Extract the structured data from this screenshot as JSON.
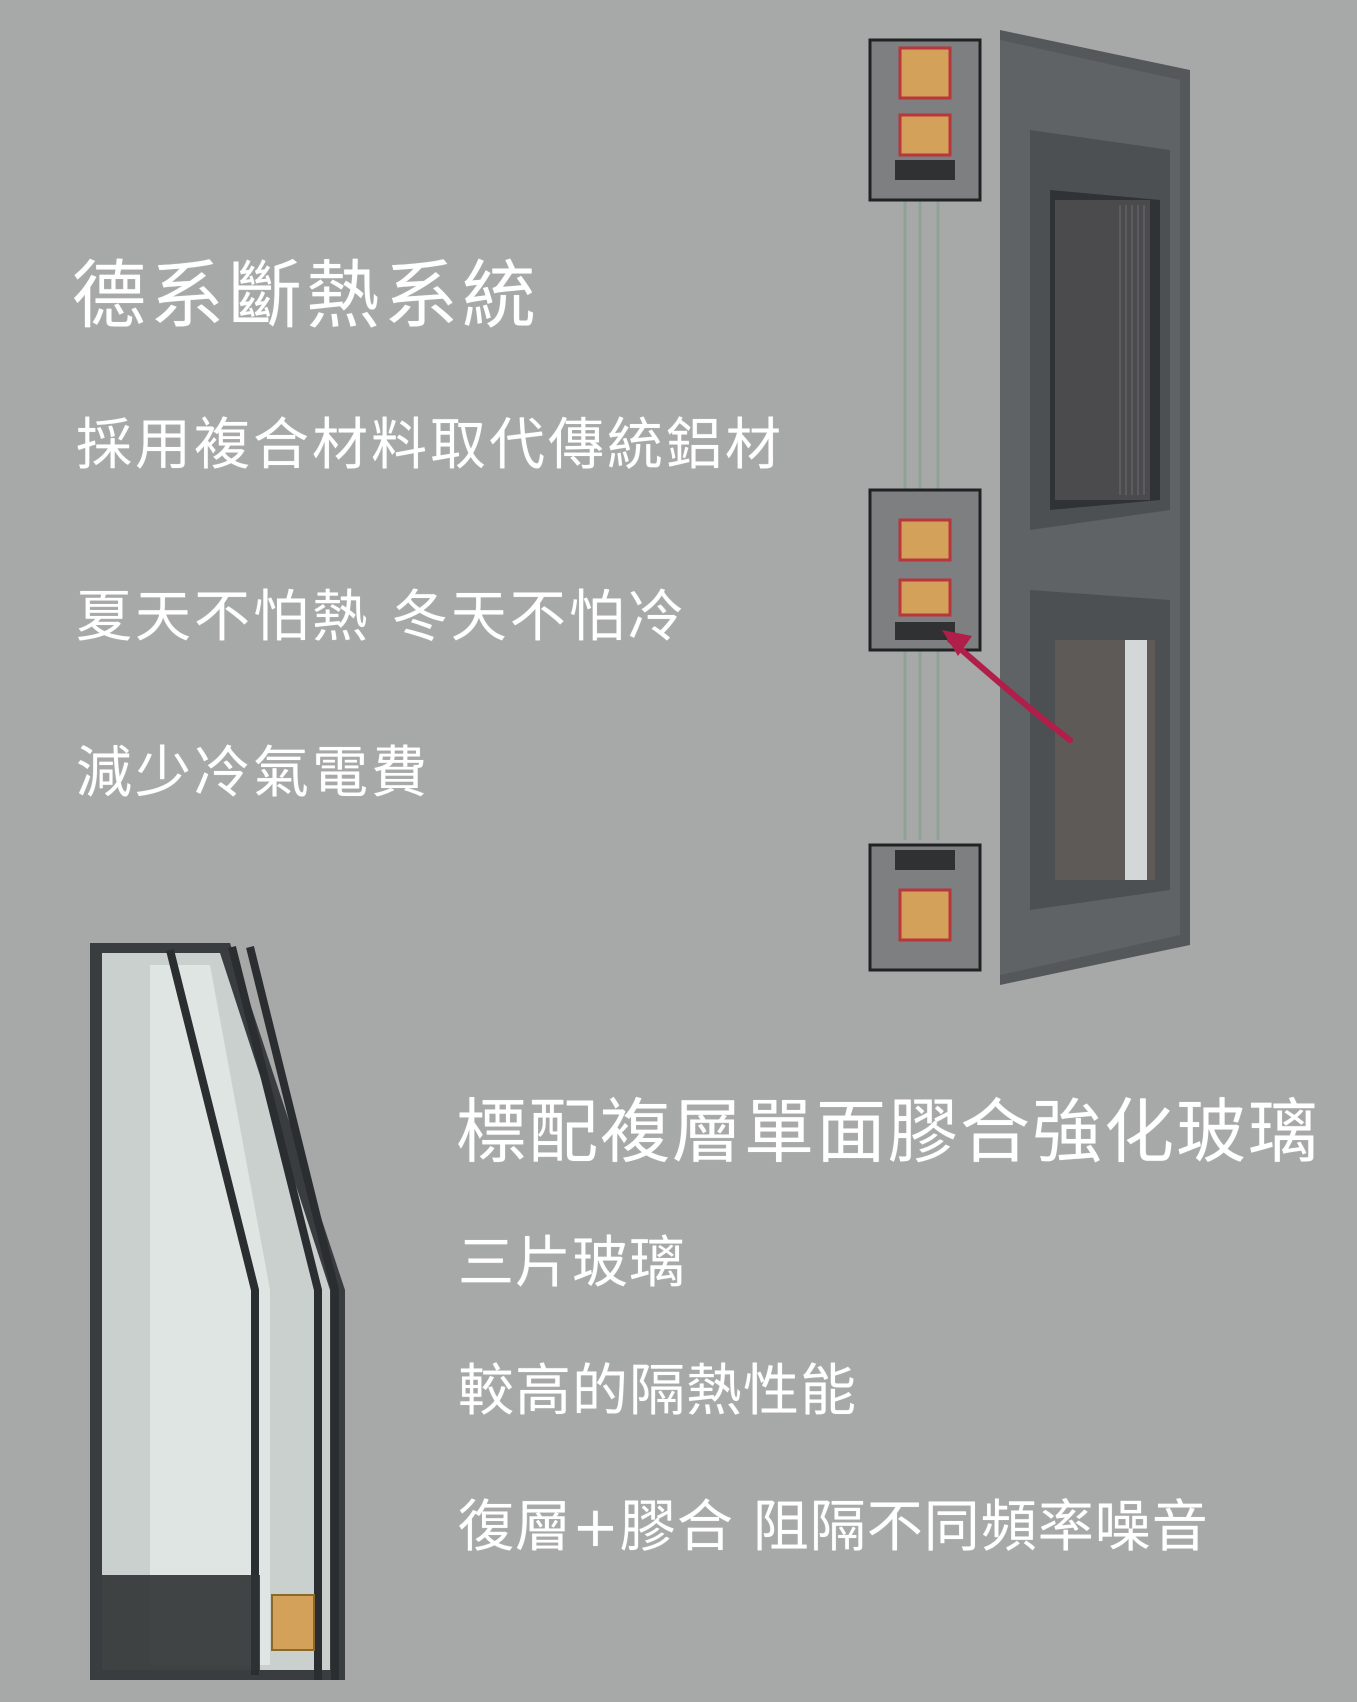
{
  "colors": {
    "background": "#a7a8a8",
    "text": "#ffffff",
    "frame": "#4a4c4e",
    "frame_dark": "#2f3133",
    "insulation": "#d3a15a",
    "thermal_break": "#b9373c",
    "arrow": "#b01e4a",
    "glass": "#dfe5e2"
  },
  "section_1": {
    "title": "德系斷熱系統",
    "lines": [
      "採用複合材料取代傳統鋁材",
      "夏天不怕熱 冬天不怕冷",
      "減少冷氣電費"
    ]
  },
  "section_2": {
    "title": "標配複層單面膠合強化玻璃",
    "lines": [
      "三片玻璃",
      "較高的隔熱性能",
      "復層+膠合 阻隔不同頻率噪音"
    ]
  },
  "illustrations": {
    "window_cross_section": "window-frame-cross-section-illustration",
    "glass_cross_section": "triple-glass-cross-section-illustration",
    "pointer": "red-arrow-icon"
  }
}
